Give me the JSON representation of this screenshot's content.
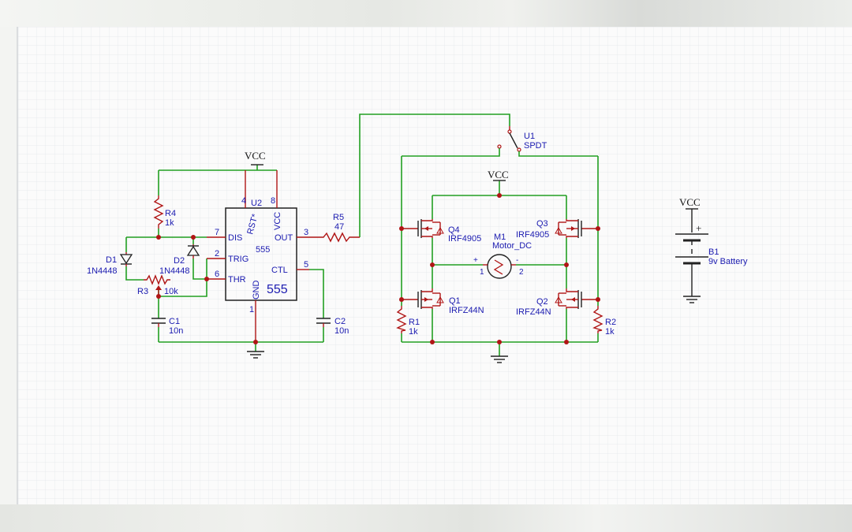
{
  "schematic": {
    "timer": {
      "ref": "U2",
      "part": "555",
      "logo": "555",
      "pins": {
        "rst": "RST*",
        "vcc": "VCC",
        "dis": "DIS",
        "trig": "TRIG",
        "thr": "THR",
        "out": "OUT",
        "ctl": "CTL",
        "gnd": "GND"
      },
      "pin_numbers": {
        "p4": "4",
        "p8": "8",
        "p7": "7",
        "p2": "2",
        "p6": "6",
        "p3": "3",
        "p5": "5",
        "p1": "1"
      }
    },
    "power": {
      "vcc_label": "VCC"
    },
    "components": {
      "r4": {
        "ref": "R4",
        "value": "1k"
      },
      "r3": {
        "ref": "R3",
        "value": "10k"
      },
      "r5": {
        "ref": "R5",
        "value": "47"
      },
      "r1": {
        "ref": "R1",
        "value": "1k"
      },
      "r2": {
        "ref": "R2",
        "value": "1k"
      },
      "d1": {
        "ref": "D1",
        "value": "1N4448"
      },
      "d2": {
        "ref": "D2",
        "value": "1N4448"
      },
      "c1": {
        "ref": "C1",
        "value": "10n"
      },
      "c2": {
        "ref": "C2",
        "value": "10n"
      },
      "q1": {
        "ref": "Q1",
        "value": "IRFZ44N"
      },
      "q2": {
        "ref": "Q2",
        "value": "IRFZ44N"
      },
      "q3": {
        "ref": "Q3",
        "value": "IRF4905"
      },
      "q4": {
        "ref": "Q4",
        "value": "IRF4905"
      },
      "m1": {
        "ref": "M1",
        "value": "Motor_DC",
        "pin1": "1",
        "pin2": "2",
        "plus": "+",
        "minus": "-"
      },
      "u1": {
        "ref": "U1",
        "value": "SPDT"
      },
      "b1": {
        "ref": "B1",
        "value": "9v Battery",
        "plus": "+"
      }
    },
    "colors": {
      "wire": "#22a022",
      "component": "#b01515",
      "label": "#1b1bb0",
      "grid": "#e3e6ea"
    }
  }
}
